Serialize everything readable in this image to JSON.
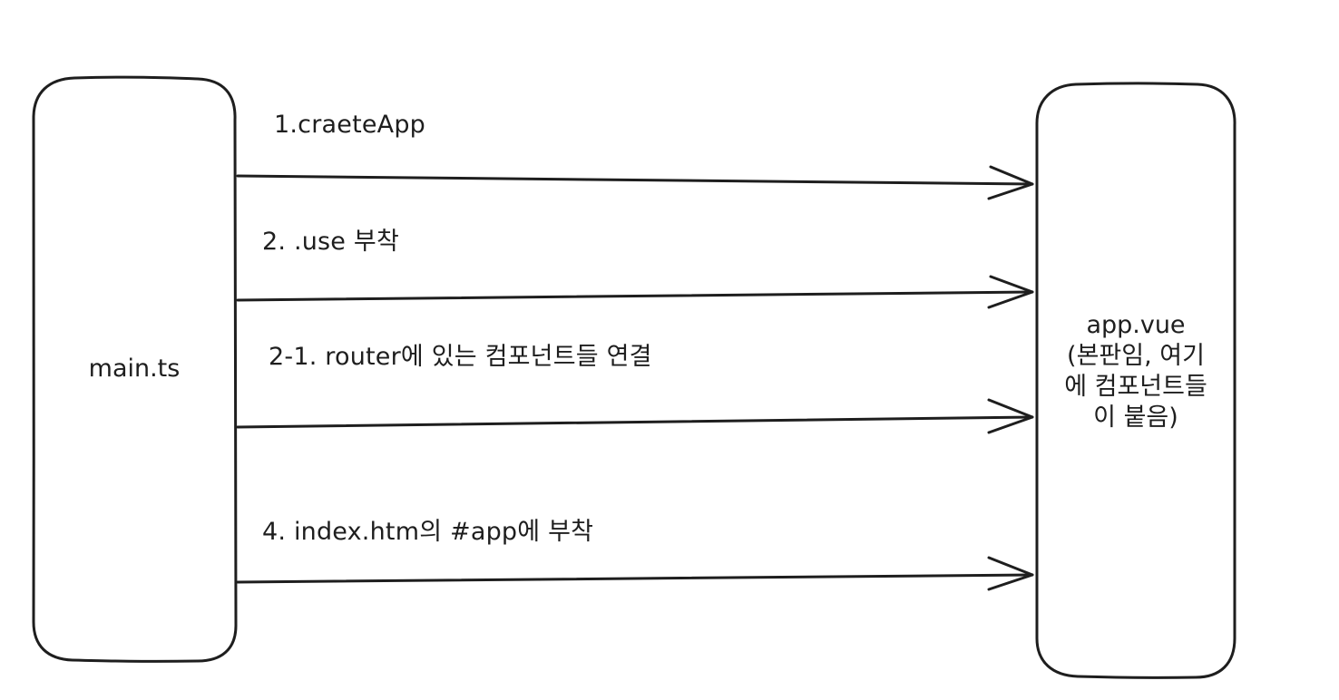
{
  "nodes": {
    "left": {
      "label": "main.ts"
    },
    "right": {
      "lines": [
        "app.vue",
        "(본판임, 여기",
        "에 컴포넌트들",
        "이 붙음)"
      ]
    }
  },
  "edges": [
    {
      "label": "1.craeteApp"
    },
    {
      "label": "2. .use 부착"
    },
    {
      "label": "2-1. router에 있는 컴포넌트들 연결"
    },
    {
      "label": "4. index.htm의 #app에 부착"
    }
  ],
  "colors": {
    "stroke": "#1e1e1e",
    "background": "#ffffff"
  }
}
